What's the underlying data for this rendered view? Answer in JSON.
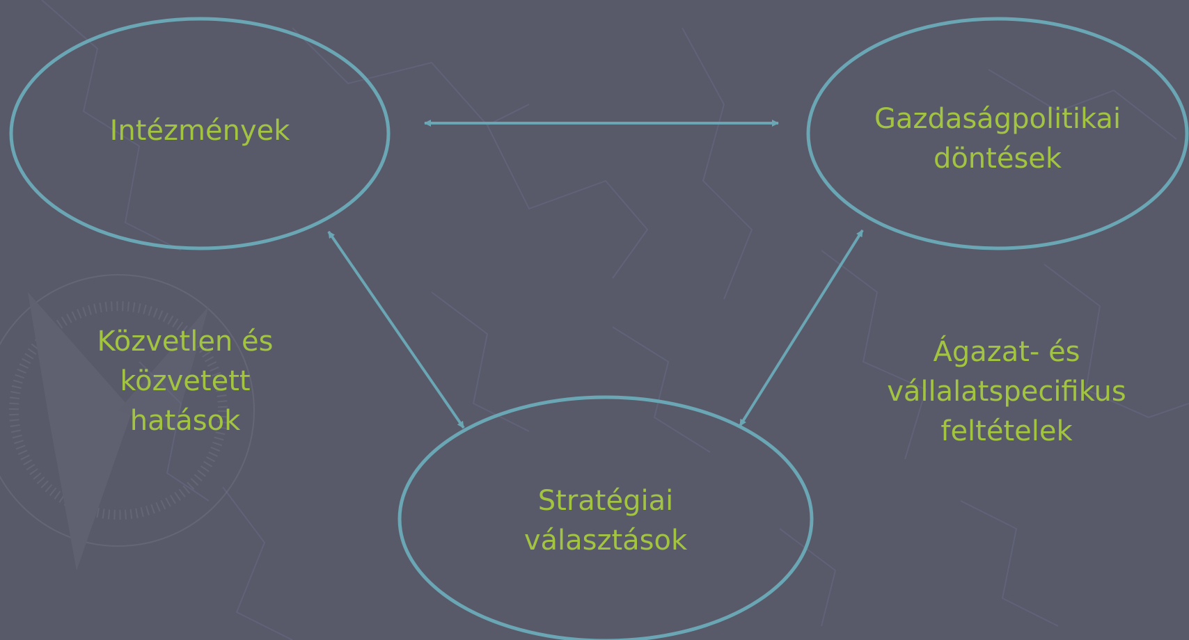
{
  "nodes": {
    "institutions": {
      "lines": [
        "Intézmények"
      ]
    },
    "policy": {
      "lines": [
        "Gazdaságpolitikai",
        "döntések"
      ]
    },
    "strategy": {
      "lines": [
        "Stratégiai",
        "választások"
      ]
    }
  },
  "edge_labels": {
    "left": {
      "lines": [
        "Közvetlen és",
        "közvetett",
        "hatások"
      ]
    },
    "right": {
      "lines": [
        "Ágazat- és",
        "vállalatspecifikus",
        "feltételek"
      ]
    }
  },
  "colors": {
    "background": "#585a6a",
    "outline": "#6aa6b4",
    "text": "#a3c441"
  },
  "background_icon": "compass-rose-icon"
}
